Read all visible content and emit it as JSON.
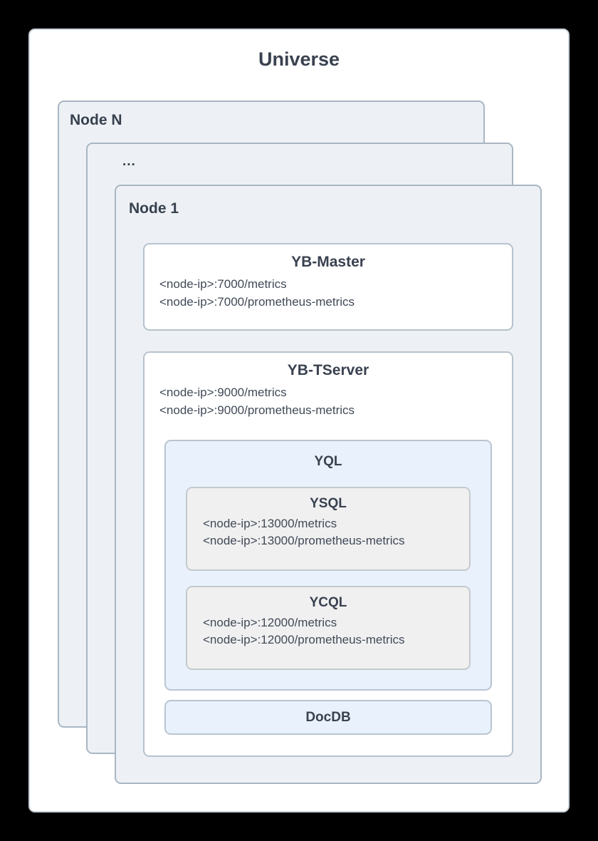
{
  "universe": {
    "title": "Universe",
    "nodes": {
      "node_n_label": "Node N",
      "ellipsis_label": "...",
      "node_1_label": "Node 1"
    }
  },
  "components": {
    "yb_master": {
      "title": "YB-Master",
      "endpoints": [
        "<node-ip>:7000/metrics",
        "<node-ip>:7000/prometheus-metrics"
      ]
    },
    "yb_tserver": {
      "title": "YB-TServer",
      "endpoints": [
        "<node-ip>:9000/metrics",
        "<node-ip>:9000/prometheus-metrics"
      ],
      "yql": {
        "title": "YQL",
        "ysql": {
          "title": "YSQL",
          "endpoints": [
            "<node-ip>:13000/metrics",
            "<node-ip>:13000/prometheus-metrics"
          ]
        },
        "ycql": {
          "title": "YCQL",
          "endpoints": [
            "<node-ip>:12000/metrics",
            "<node-ip>:12000/prometheus-metrics"
          ]
        }
      },
      "docdb": {
        "title": "DocDB"
      }
    }
  },
  "colors": {
    "page_background": "#000000",
    "card_background": "#ffffff",
    "node_fill": "#edf1f5",
    "node_border": "#a9b6c2",
    "blue_fill": "#e9f1fc",
    "gray_fill": "#f0f0f1",
    "text": "#3a4250"
  }
}
